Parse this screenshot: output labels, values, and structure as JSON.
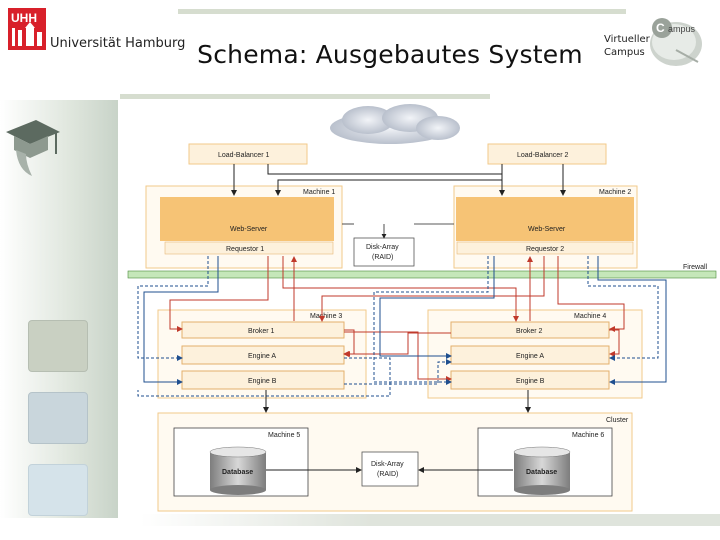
{
  "header": {
    "title": "Schema: Ausgebautes System",
    "logo_left_name": "Universität Hamburg",
    "logo_right_line1": "Virtueller",
    "logo_right_line2": "Campus"
  },
  "diagram": {
    "load_balancer_1": "Load-Balancer 1",
    "load_balancer_2": "Load-Balancer 2",
    "machine_1": "Machine 1",
    "machine_2": "Machine 2",
    "machine_3": "Machine 3",
    "machine_4": "Machine 4",
    "machine_5": "Machine 5",
    "machine_6": "Machine 6",
    "web_server_1": "Web-Server",
    "web_server_2": "Web-Server",
    "requestor_1": "Requestor 1",
    "requestor_2": "Requestor 2",
    "disk_array_top_1": "Disk-Array",
    "disk_array_top_2": "(RAID)",
    "firewall": "Firewall",
    "broker_1": "Broker 1",
    "broker_2": "Broker 2",
    "engine_a_1": "Engine A",
    "engine_a_2": "Engine A",
    "engine_b_1": "Engine B",
    "engine_b_2": "Engine B",
    "cluster": "Cluster",
    "database_1": "Database",
    "database_2": "Database",
    "disk_array_bottom_1": "Disk-Array",
    "disk_array_bottom_2": "(RAID)"
  },
  "colors": {
    "orange_box": "#f6c375",
    "orange_border": "#f2c98a",
    "cream": "#fdf1dc",
    "firewall_green": "#c5e7b9",
    "red_arrow": "#c0392b",
    "blue_arrow": "#1f4f8f"
  }
}
